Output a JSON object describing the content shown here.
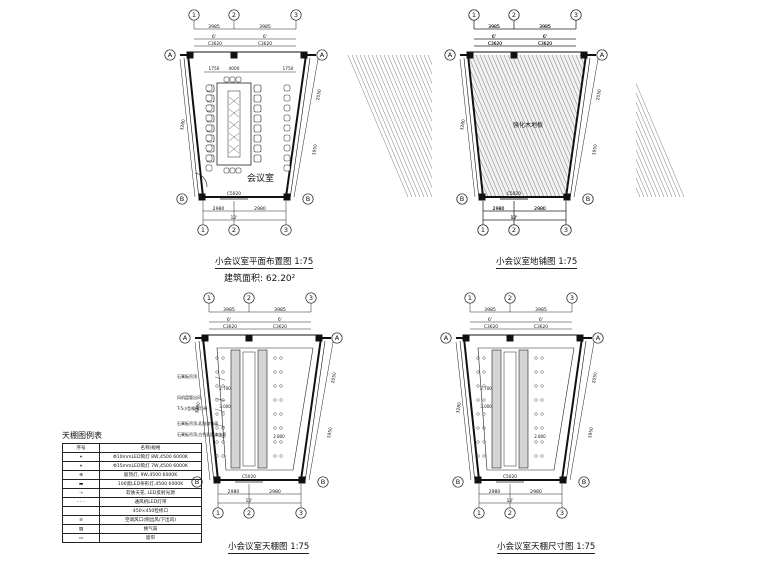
{
  "drawings": {
    "plan_layout": {
      "caption": "小会议室平面布置图",
      "scale": "1:75",
      "room_name": "会议室",
      "area_text": "建筑面积: 62.20²"
    },
    "floor_paving": {
      "caption": "小会议室地铺图",
      "scale": "1:75",
      "floor_label": "强化木地板"
    },
    "ceiling": {
      "caption": "小会议室天棚图",
      "scale": "1:75"
    },
    "ceiling_dims": {
      "caption": "小会议室天棚尺寸图",
      "scale": "1:75"
    }
  },
  "grid": {
    "cols": [
      "1",
      "2",
      "3"
    ],
    "rows": [
      "A",
      "B"
    ]
  },
  "dimensions": {
    "top_halves": [
      "3985",
      "3985"
    ],
    "top_total": "6'",
    "col_spacing": [
      "C3620",
      "C3620"
    ],
    "bottom_halves": [
      "2980",
      "2980"
    ],
    "bottom_total": "12'",
    "table_row": [
      "1750",
      "4000",
      "1750"
    ],
    "sides": [
      "2050",
      "1950",
      "3280"
    ],
    "window": "C5020"
  },
  "ceiling_notes": [
    "石膏板吊顶",
    "风机盘管出风",
    "T-5小型格栅灯带",
    "石膏板吊顶,乳胶漆饰面",
    "石膏板吊顶,白色乳胶漆饰面"
  ],
  "ceiling_levels": [
    "2.700",
    "2.800",
    "3.000"
  ],
  "legend": {
    "title": "天棚图例表",
    "header": [
      "序号",
      "名称/规格"
    ],
    "rows": [
      {
        "symbol": "⌖",
        "name": "Φ10mmLED筒灯 8W,4500 6000K"
      },
      {
        "symbol": "⌖",
        "name": "Φ15mmLED筒灯 7W,4500 6000K"
      },
      {
        "symbol": "⊕",
        "name": "吸顶灯, 9W,4500 6000K"
      },
      {
        "symbol": "▬",
        "name": "100宽LED条形灯,4500 6000K"
      },
      {
        "symbol": "⇢",
        "name": "软质天花, LED反射光源"
      },
      {
        "symbol": "- - -",
        "name": "通风机LED灯带"
      },
      {
        "symbol": "",
        "name": "450×450检修口"
      },
      {
        "symbol": "≡",
        "name": "空调风口(侧出风/下出风)"
      },
      {
        "symbol": "▨",
        "name": "换气扇"
      },
      {
        "symbol": "▭",
        "name": "窗帘"
      }
    ]
  }
}
